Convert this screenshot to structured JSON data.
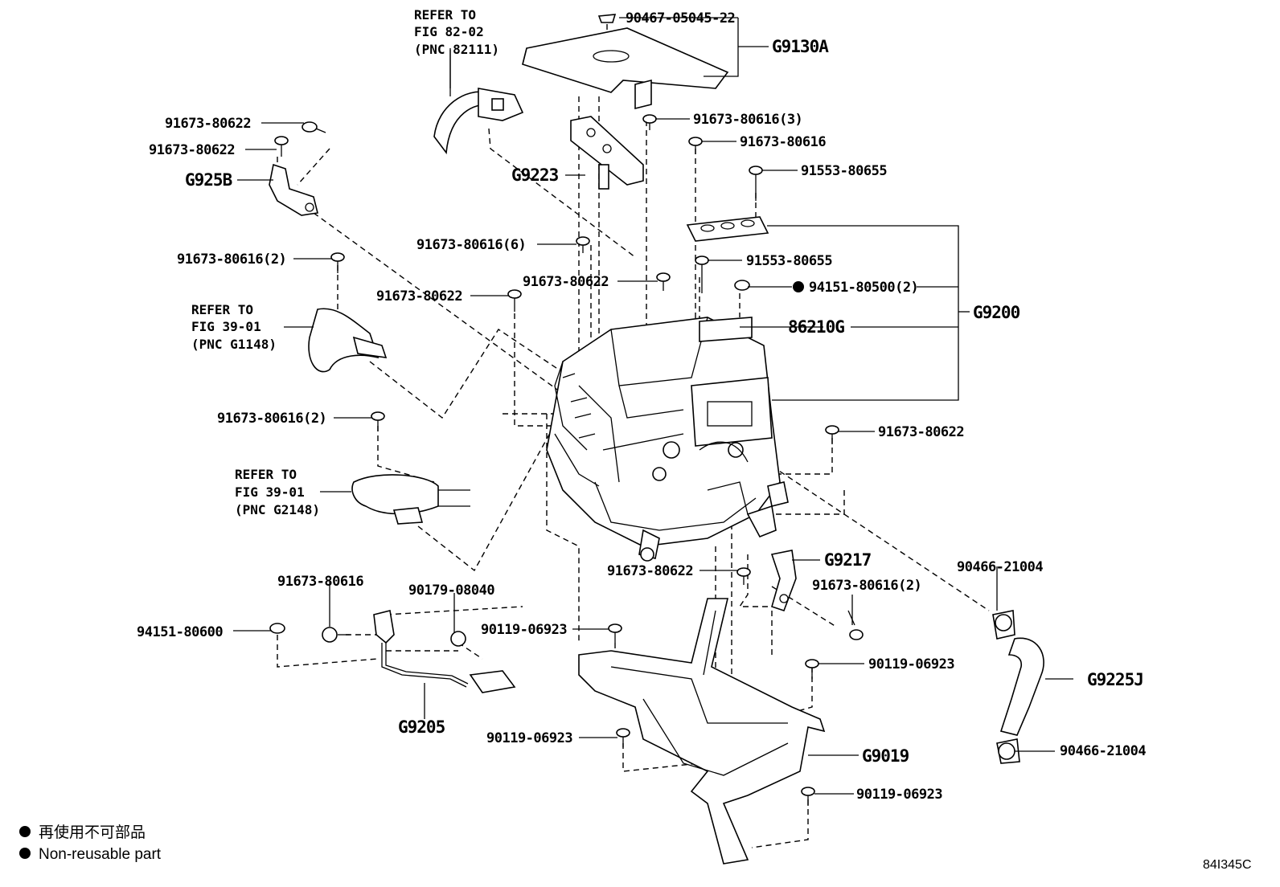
{
  "labels": {
    "p_90467": "90467-05045-22",
    "g9130a": "G9130A",
    "refer1_l1": "REFER TO",
    "refer1_l2": "FIG 82-02",
    "refer1_l3": "(PNC 82111)",
    "p_91673_80616_3": "91673-80616(3)",
    "p_91673_80616_a": "91673-80616",
    "p_91553_a": "91553-80655",
    "p_91673_80622_a": "91673-80622",
    "p_91673_80622_b": "91673-80622",
    "g925b": "G925B",
    "g9223": "G9223",
    "p_91673_80616_6": "91673-80616(6)",
    "p_91673_80616_2a": "91673-80616(2)",
    "p_91553_b": "91553-80655",
    "p_91673_80622_c": "91673-80622",
    "p_94151_80500": "94151-80500(2)",
    "p_91673_80622_d": "91673-80622",
    "refer2_l1": "REFER TO",
    "refer2_l2": "FIG 39-01",
    "refer2_l3": "(PNC G1148)",
    "g9200": "G9200",
    "p_86210g": "86210G",
    "p_91673_80616_2b": "91673-80616(2)",
    "p_91673_80622_e": "91673-80622",
    "refer3_l1": "REFER TO",
    "refer3_l2": "FIG 39-01",
    "refer3_l3": "(PNC G2148)",
    "p_91673_80622_f": "91673-80622",
    "g9217": "G9217",
    "p_90466_a": "90466-21004",
    "p_91673_80616_b": "91673-80616",
    "p_90179": "90179-08040",
    "p_91673_80616_2c": "91673-80616(2)",
    "p_94151_80600": "94151-80600",
    "p_90119_a": "90119-06923",
    "p_90119_b": "90119-06923",
    "g9225j": "G9225J",
    "g9205": "G9205",
    "p_90119_c": "90119-06923",
    "g9019": "G9019",
    "p_90466_b": "90466-21004",
    "p_90119_d": "90119-06923"
  },
  "legend": {
    "mark": "●",
    "jp": "再使用不可部品",
    "en": "Non-reusable part",
    "filled_mark_label": "●"
  },
  "figure_code": "84I345C"
}
